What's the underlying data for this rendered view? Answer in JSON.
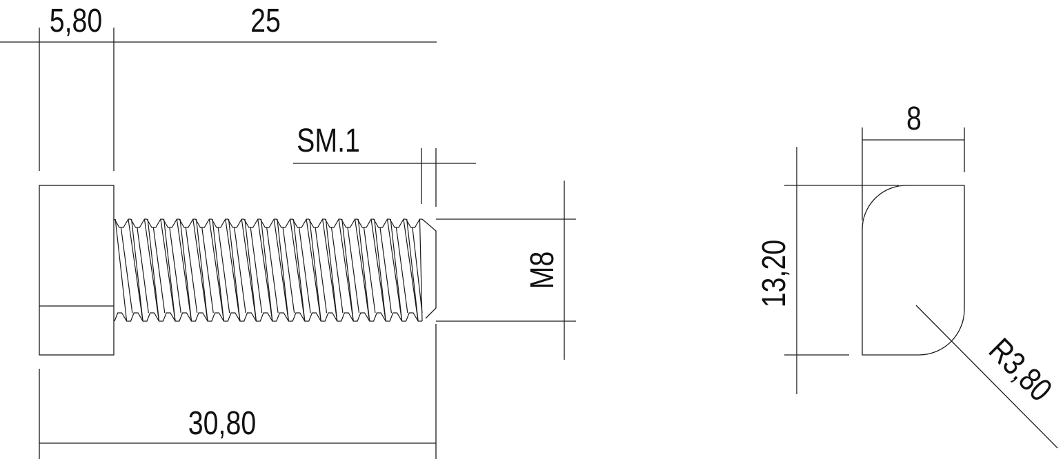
{
  "bolt_view": {
    "dim_head_length": "5,80",
    "dim_thread_length": "25",
    "dim_total_length": "30,80",
    "dim_thread_size": "M8",
    "surface_note": "SM.1",
    "thread_pitch_count": 19
  },
  "head_view": {
    "dim_width": "8",
    "dim_height": "13,20",
    "dim_radius": "R3,80"
  },
  "colors": {
    "line": "#1a1a1a",
    "background": "#ffffff"
  }
}
